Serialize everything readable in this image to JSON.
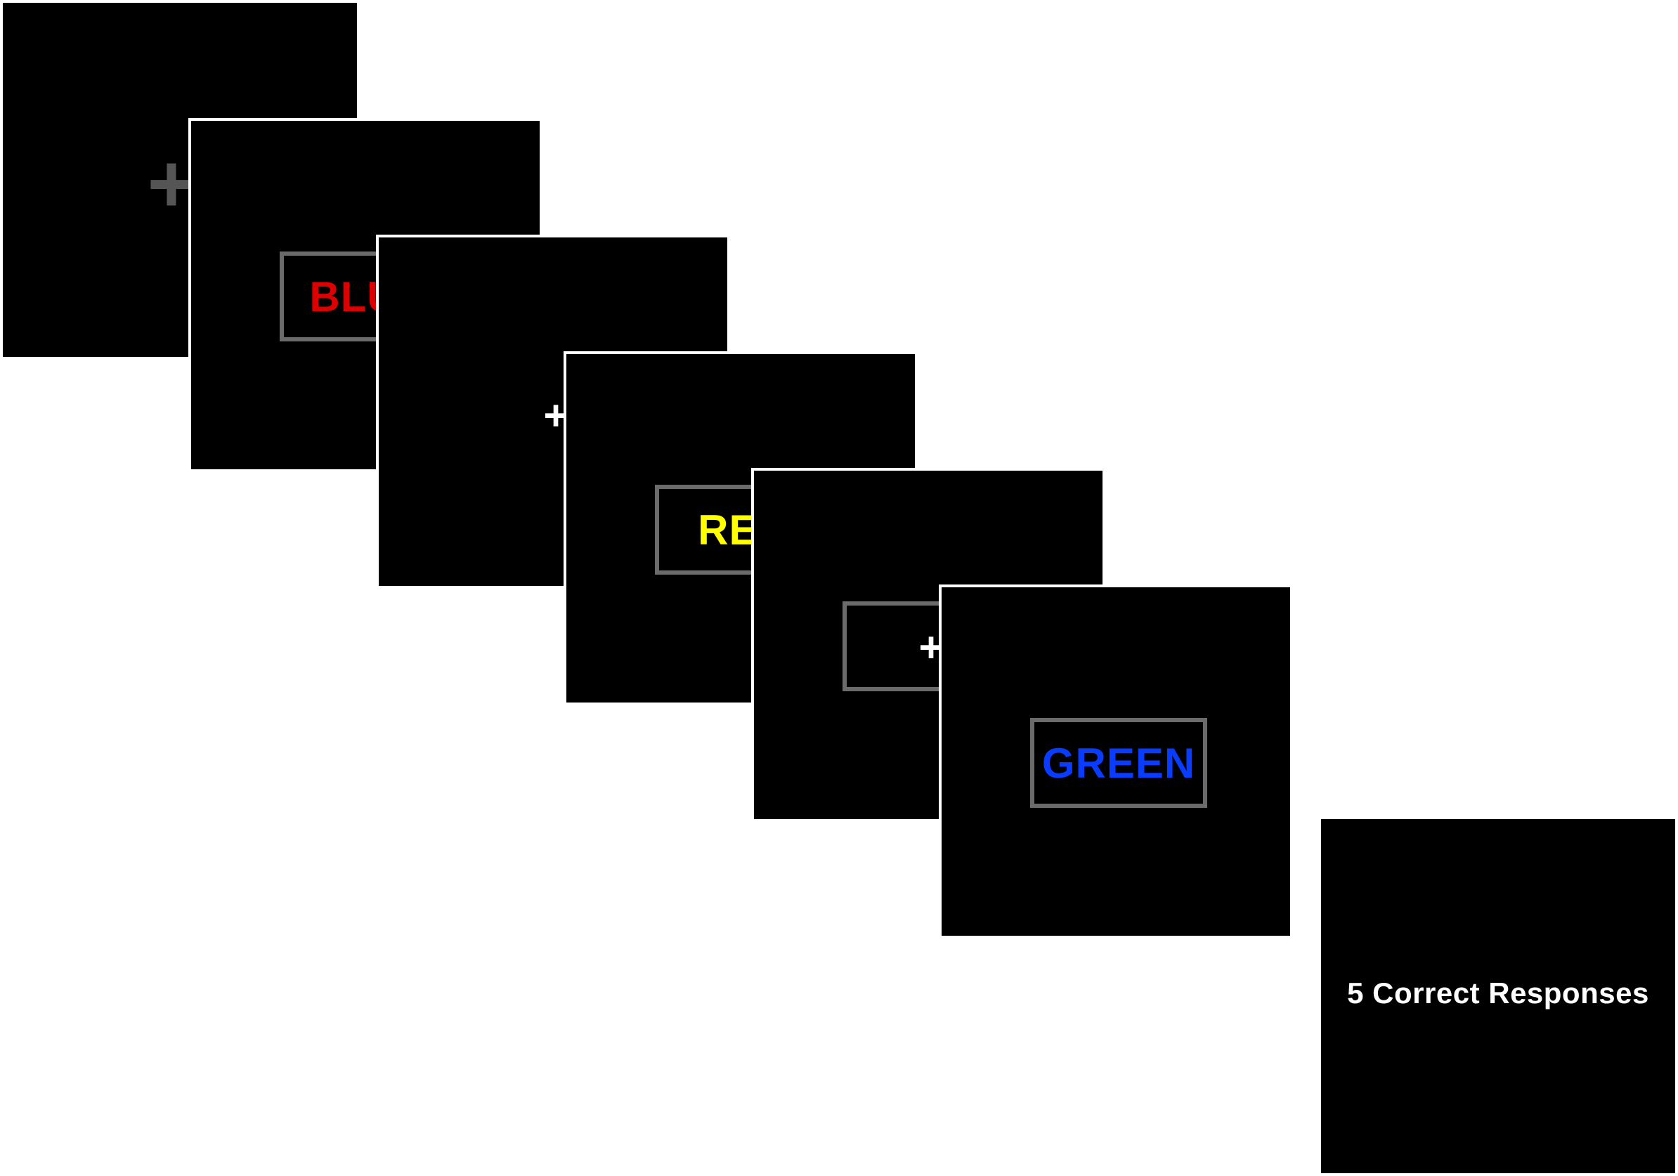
{
  "frames": [
    {
      "kind": "fixation",
      "cross": "+",
      "cross_color": "#555555"
    },
    {
      "kind": "stimulus",
      "word": "BLUE",
      "word_color": "#dd0000",
      "box_color": "#6b6b6b"
    },
    {
      "kind": "fixation",
      "cross": "+",
      "cross_color": "#ffffff"
    },
    {
      "kind": "stimulus",
      "word": "RED",
      "word_color": "#ffff00",
      "box_color": "#6b6b6b"
    },
    {
      "kind": "fixation-box",
      "cross": "+",
      "cross_color": "#ffffff",
      "box_color": "#6b6b6b"
    },
    {
      "kind": "stimulus",
      "word": "GREEN",
      "word_color": "#0a3cff",
      "box_color": "#6b6b6b"
    }
  ],
  "feedback": {
    "text": "5 Correct Responses",
    "text_color": "#ffffff"
  }
}
